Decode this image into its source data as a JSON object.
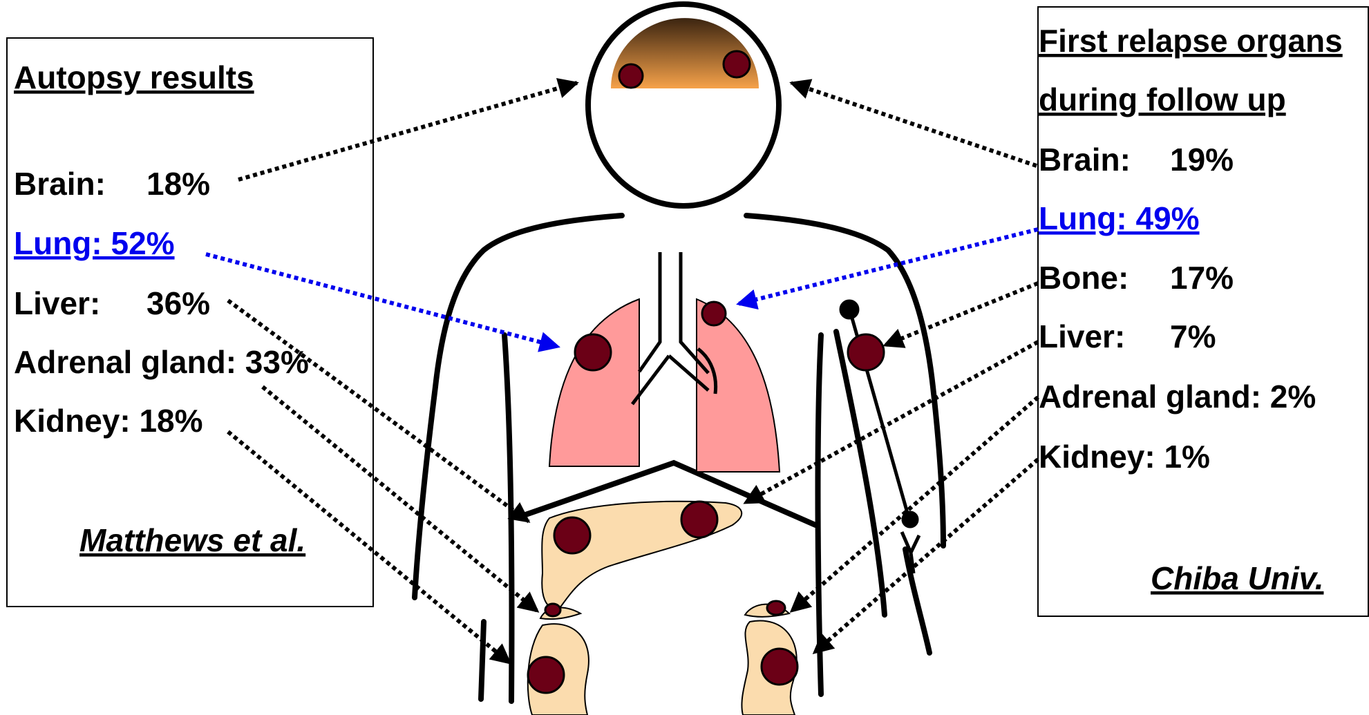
{
  "colors": {
    "lung_fill": "#ff9a9a",
    "organ_fill": "#fbdcae",
    "tumor_fill": "#6b0016",
    "brain_top": "#3b2410",
    "brain_bottom": "#f6a24a",
    "lung_label": "#0000ee",
    "arrow_lung": "#0000ee",
    "arrow_default": "#000000"
  },
  "left_panel": {
    "title": "Autopsy results",
    "rows": [
      {
        "organ": "Brain:",
        "value": "18%"
      },
      {
        "organ": "Lung: 52%",
        "value": ""
      },
      {
        "organ": "Liver:",
        "value": "36%"
      },
      {
        "organ": "Adrenal gland: 33%",
        "value": ""
      },
      {
        "organ": "Kidney: 18%",
        "value": ""
      }
    ],
    "citation": "Matthews et al."
  },
  "right_panel": {
    "title_line1": "First relapse organs",
    "title_line2": "during follow up",
    "rows": [
      {
        "organ": "Brain:",
        "value": "19%"
      },
      {
        "organ": "Lung: 49%",
        "value": ""
      },
      {
        "organ": "Bone:",
        "value": "17%"
      },
      {
        "organ": "Liver:",
        "value": "7%"
      },
      {
        "organ": "Adrenal gland: 2%",
        "value": ""
      },
      {
        "organ": "Kidney: 1%",
        "value": ""
      }
    ],
    "citation": "Chiba Univ."
  },
  "icons": [
    "human-body-outline",
    "brain",
    "lungs",
    "trachea",
    "liver",
    "adrenal-glands",
    "kidneys",
    "bone",
    "tumor"
  ]
}
